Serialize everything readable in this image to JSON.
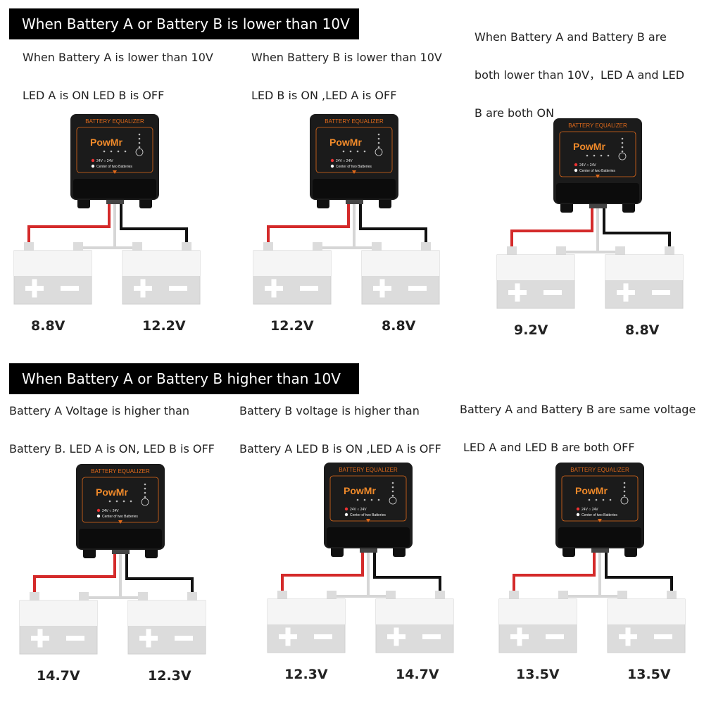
{
  "sections": [
    {
      "banner": "When Battery A or Battery B is lower than 10V",
      "panels": [
        {
          "caption": [
            "When Battery A is lower than 10V",
            "LED A is ON  LED B is OFF"
          ],
          "voltage_a": "8.8V",
          "voltage_b": "12.2V"
        },
        {
          "caption": [
            "When Battery B is lower than 10V",
            "LED B is ON ,LED A is OFF"
          ],
          "voltage_a": "12.2V",
          "voltage_b": "8.8V"
        },
        {
          "caption": [
            "When Battery A and Battery B are",
            "both lower than 10V，LED A and LED",
            "B are both ON"
          ],
          "voltage_a": "9.2V",
          "voltage_b": "8.8V"
        }
      ]
    },
    {
      "banner": "When Battery A or Battery B higher than 10V",
      "panels": [
        {
          "caption": [
            "Battery A Voltage is higher than",
            "Battery B. LED A is ON, LED B is OFF"
          ],
          "voltage_a": "14.7V",
          "voltage_b": "12.3V"
        },
        {
          "caption": [
            "Battery B voltage is higher than",
            "Battery A LED B is ON ,LED A is OFF"
          ],
          "voltage_a": "12.3V",
          "voltage_b": "14.7V"
        },
        {
          "caption": [
            "Battery A and Battery B are same voltage",
            "LED A and LED B are both OFF"
          ],
          "voltage_a": "13.5V",
          "voltage_b": "13.5V"
        }
      ]
    }
  ],
  "device": {
    "header": "BATTERY EQUALIZER",
    "brand": "PowMr",
    "option_1": "24V ○ 24V",
    "option_2": "Center of two Batteries"
  },
  "colors": {
    "banner_bg": "#000000",
    "device_body": "#1b1b1b",
    "device_accent": "#e06a1b",
    "wire_red": "#d42a2a",
    "wire_black": "#111111",
    "wire_white": "#d6d6d6",
    "battery": "#dcdcdc"
  }
}
